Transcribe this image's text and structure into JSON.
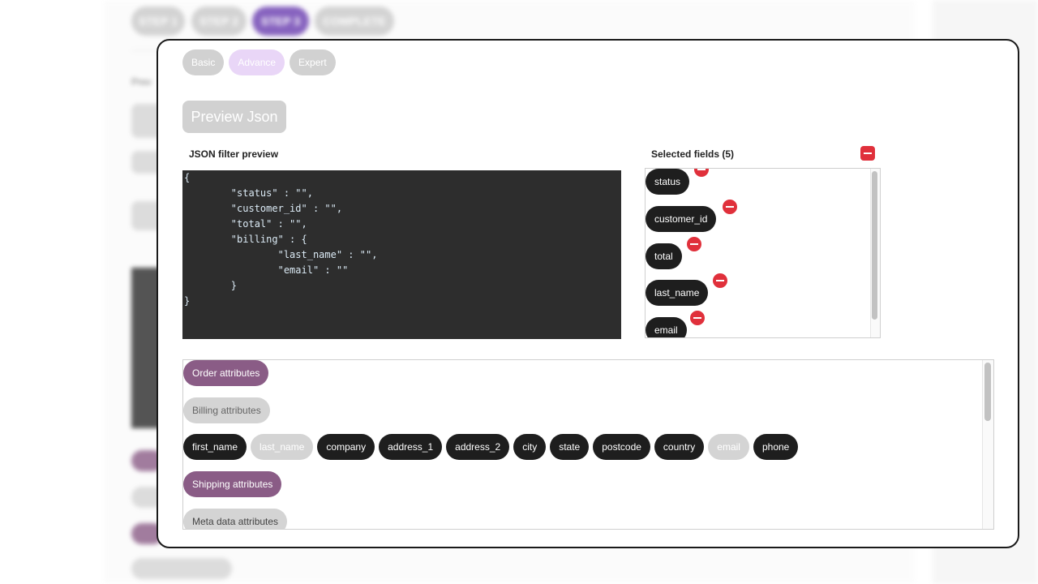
{
  "background": {
    "steps": [
      "STEP 1",
      "STEP 2",
      "STEP 3",
      "COMPLETE"
    ],
    "active_step": "STEP 3",
    "hint_text": "Prev"
  },
  "modal": {
    "level_tabs": [
      {
        "label": "Basic",
        "active": false
      },
      {
        "label": "Advance",
        "active": true
      },
      {
        "label": "Expert",
        "active": false
      }
    ],
    "preview_button": "Preview Json",
    "json_title": "JSON filter preview",
    "json_lines": [
      "{",
      "        \"status\" : \"\",",
      "        \"customer_id\" : \"\",",
      "        \"total\" : \"\",",
      "        \"billing\" : {",
      "                \"last_name\" : \"\",",
      "                \"email\" : \"\"",
      "        }",
      "}"
    ],
    "selected_title": "Selected fields (5)",
    "selected_fields": [
      "status",
      "customer_id",
      "total",
      "last_name",
      "email"
    ],
    "attribute_groups": {
      "order": "Order attributes",
      "billing": "Billing attributes",
      "billing_fields": [
        {
          "label": "first_name",
          "selected": false
        },
        {
          "label": "last_name",
          "selected": true
        },
        {
          "label": "company",
          "selected": false
        },
        {
          "label": "address_1",
          "selected": false
        },
        {
          "label": "address_2",
          "selected": false
        },
        {
          "label": "city",
          "selected": false
        },
        {
          "label": "state",
          "selected": false
        },
        {
          "label": "postcode",
          "selected": false
        },
        {
          "label": "country",
          "selected": false
        },
        {
          "label": "email",
          "selected": true
        },
        {
          "label": "phone",
          "selected": false
        }
      ],
      "shipping": "Shipping attributes",
      "meta": "Meta data attributes"
    }
  },
  "colors": {
    "accent_purple": "#6a3db0",
    "group_chip": "#8a5c86",
    "remove_red": "#e0303b",
    "chip_dark": "#1e1e1e",
    "code_bg": "#2d2d2d"
  }
}
